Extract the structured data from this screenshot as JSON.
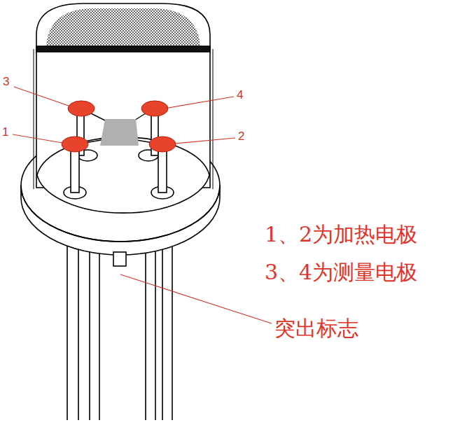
{
  "diagram": {
    "labels": [
      "3",
      "4",
      "1",
      "2",
      "1、2为加热电极",
      "3、4为测量电极",
      "突出标志"
    ]
  }
}
